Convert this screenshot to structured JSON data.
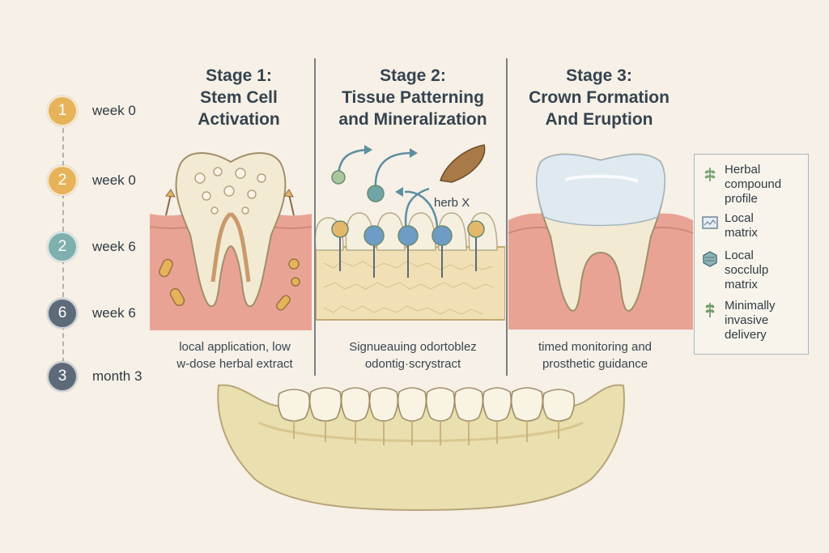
{
  "timeline": [
    {
      "num": "1",
      "label": "week 0",
      "color": "#e7b35a"
    },
    {
      "num": "2",
      "label": "week 0",
      "color": "#e7b35a"
    },
    {
      "num": "2",
      "label": "week 6",
      "color": "#7fb0ad"
    },
    {
      "num": "6",
      "label": "week 6",
      "color": "#5d6a78"
    },
    {
      "num": "3",
      "label": "month 3",
      "color": "#5d6a78"
    }
  ],
  "stages": [
    {
      "title_line1": "Stage 1:",
      "title_line2": "Stem Cell",
      "title_line3": "Activation",
      "caption_line1": "local application, low",
      "caption_line2": "w-dose herbal extract"
    },
    {
      "title_line1": "Stage 2:",
      "title_line2": "Tissue Patterning",
      "title_line3": "and Mineralization",
      "caption_line1": "Signueauing odortoblez",
      "caption_line2": "odontig·scrystract"
    },
    {
      "title_line1": "Stage 3:",
      "title_line2": "Crown Formation",
      "title_line3": "And Eruption",
      "caption_line1": "timed monitoring and",
      "caption_line2": "prosthetic guidance"
    }
  ],
  "herb_label": "herb X",
  "legend": [
    {
      "line1": "Herbal",
      "line2": "compound",
      "line3": "profile",
      "icon": "leaf-icon"
    },
    {
      "line1": "Local",
      "line2": "matrix",
      "line3": "",
      "icon": "matrix-box-icon"
    },
    {
      "line1": "Local",
      "line2": "socclulp",
      "line3": "matrix",
      "icon": "hexagon-cube-icon"
    },
    {
      "line1": "Minimally",
      "line2": "invasive",
      "line3": "delivery",
      "icon": "sprig-icon"
    }
  ],
  "colors": {
    "background": "#f6f0e6",
    "gum": "#e9a394",
    "tooth": "#f3ead4",
    "enamel": "#dfeaf0",
    "bone": "#eadfae",
    "accent_gold": "#e7b35a",
    "accent_teal": "#7fb0ad",
    "accent_slate": "#5d6a78"
  }
}
